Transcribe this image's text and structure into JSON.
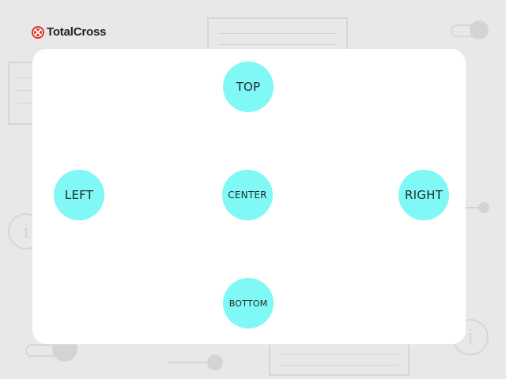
{
  "brand": {
    "name": "TotalCross",
    "accent": "#e0322c"
  },
  "buttons": {
    "top": "TOP",
    "left": "LEFT",
    "center": "CENTER",
    "right": "RIGHT",
    "bottom": "BOTTOM"
  },
  "colors": {
    "background": "#e8e8e8",
    "card": "#ffffff",
    "button": "#7ff8f6",
    "button_text": "#1e2a2a"
  },
  "background_icons": [
    "document-icon",
    "toggle-icon",
    "info-icon",
    "slider-icon"
  ]
}
